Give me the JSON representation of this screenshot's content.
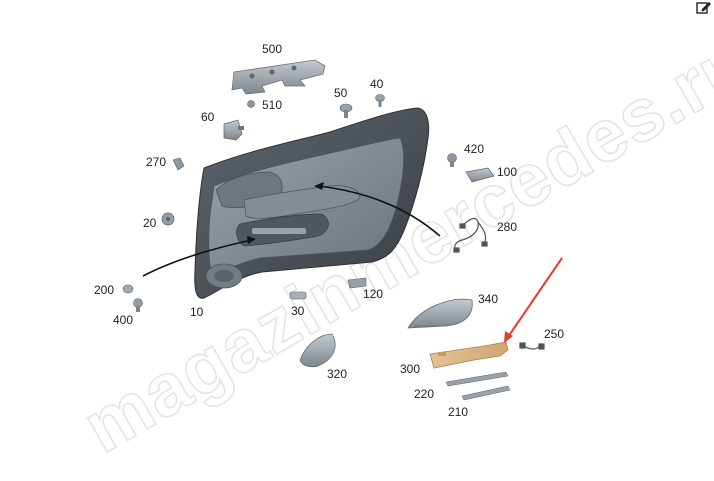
{
  "watermark": "magazinmercedes.ru",
  "parts": [
    {
      "id": "p500",
      "label": "500"
    },
    {
      "id": "p510",
      "label": "510"
    },
    {
      "id": "p50",
      "label": "50"
    },
    {
      "id": "p40",
      "label": "40"
    },
    {
      "id": "p60",
      "label": "60"
    },
    {
      "id": "p270",
      "label": "270"
    },
    {
      "id": "p420",
      "label": "420"
    },
    {
      "id": "p100",
      "label": "100"
    },
    {
      "id": "p20",
      "label": "20"
    },
    {
      "id": "p280",
      "label": "280"
    },
    {
      "id": "p200",
      "label": "200"
    },
    {
      "id": "p400",
      "label": "400"
    },
    {
      "id": "p10",
      "label": "10"
    },
    {
      "id": "p30",
      "label": "30"
    },
    {
      "id": "p120",
      "label": "120"
    },
    {
      "id": "p340",
      "label": "340"
    },
    {
      "id": "p250",
      "label": "250"
    },
    {
      "id": "p300",
      "label": "300"
    },
    {
      "id": "p320",
      "label": "320"
    },
    {
      "id": "p220",
      "label": "220"
    },
    {
      "id": "p210",
      "label": "210"
    }
  ],
  "colors": {
    "part": "#8f989f",
    "part_dark": "#4a5057",
    "highlight": "#dcb98a",
    "arrow": "#e53b2e"
  },
  "toolbar": {
    "edit_icon": "edit-icon"
  }
}
